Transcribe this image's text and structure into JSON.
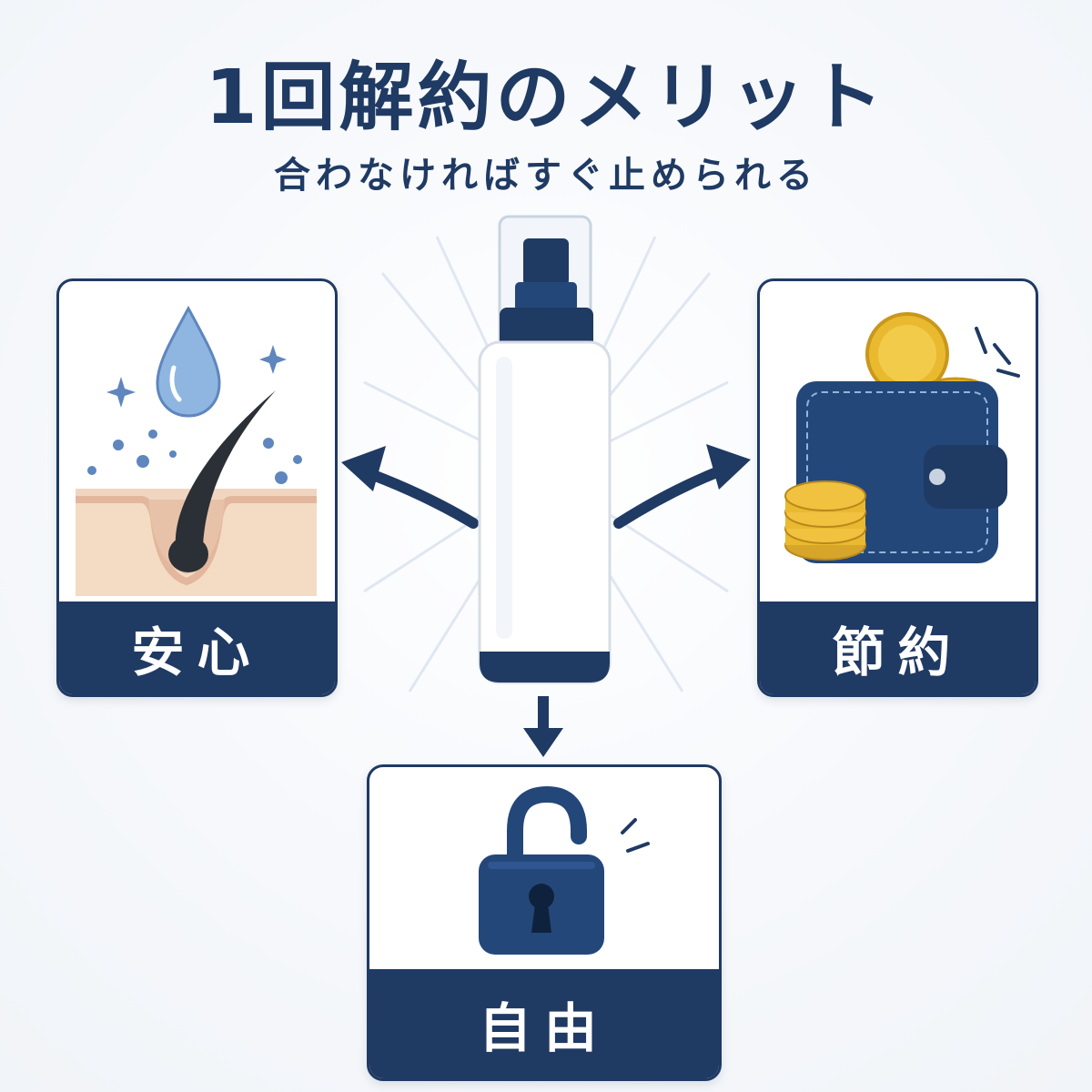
{
  "header": {
    "title": "1回解約のメリット",
    "subtitle": "合わなければすぐ止められる"
  },
  "cards": {
    "anshin": {
      "label": "安心",
      "icon": "hair-follicle-icon"
    },
    "setsuyaku": {
      "label": "節約",
      "icon": "wallet-coins-icon"
    },
    "jiyu": {
      "label": "自由",
      "icon": "unlocked-padlock-icon"
    }
  },
  "center": {
    "icon": "spray-bottle-icon"
  },
  "colors": {
    "navy": "#1f3a63",
    "light_blue": "#8fb6e0",
    "gold": "#e9b930",
    "skin": "#f3dcc3"
  }
}
